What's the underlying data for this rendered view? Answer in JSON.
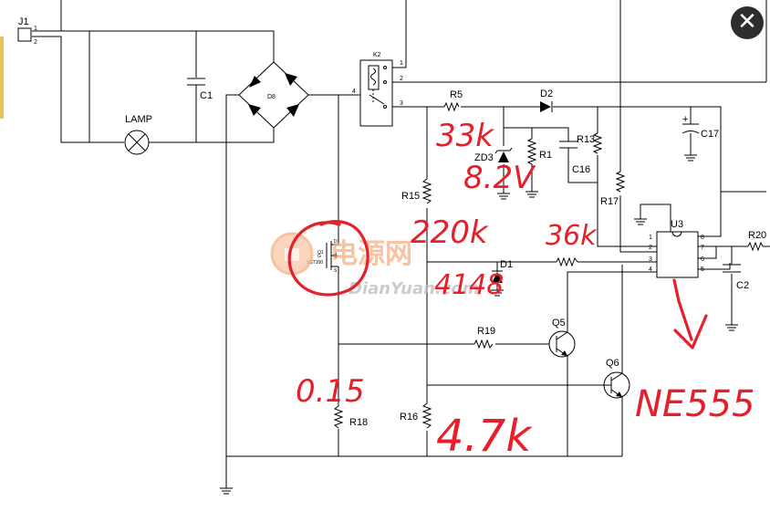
{
  "viewer": {
    "close_icon": "close-icon",
    "close_glyph": "✕"
  },
  "connector": {
    "ref": "J1",
    "pin1": "1",
    "pin2": "2"
  },
  "relay": {
    "ref": "K2",
    "pin1": "1",
    "pin2": "2",
    "pin3": "3",
    "pin4": "4"
  },
  "components": {
    "lamp": "LAMP",
    "c1": "C1",
    "d8": "D8",
    "r5": "R5",
    "d2": "D2",
    "c17": "C17",
    "c17_plus": "+",
    "zd3": "ZD3",
    "r1": "R1",
    "r13": "R13",
    "c16": "C16",
    "r17": "R17",
    "r15": "R15",
    "d1": "D1",
    "r19": "R19",
    "q5": "Q5",
    "q6": "Q6",
    "r16": "R16",
    "r18": "R18",
    "r20": "R20",
    "c2": "C2"
  },
  "mosfet": {
    "ref": "Q1",
    "part": "SST100",
    "pin_g": "G",
    "pin_d": "D",
    "pin_s": "S"
  },
  "ic": {
    "ref": "U3",
    "pins_left": [
      "1",
      "2",
      "3",
      "4"
    ],
    "pins_right": [
      "8",
      "7",
      "6",
      "5"
    ]
  },
  "annotations": {
    "r5_value": "33k",
    "zd3_value": "8.2V",
    "r15_value": "220k",
    "r_mid_value": "36k",
    "d1_value": "4148",
    "r18_value": "0.15",
    "r16_value": "4.7k",
    "u3_value": "NE555"
  },
  "watermark": {
    "cn": "电源网",
    "en": "DianYuan.com"
  },
  "colors": {
    "ink": "#000000",
    "handwriting": "#e5202a",
    "watermark": "#f4b183",
    "close_button": "#2d2d2d"
  }
}
